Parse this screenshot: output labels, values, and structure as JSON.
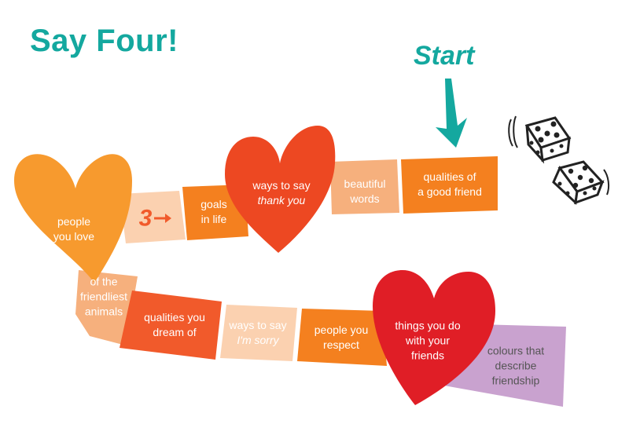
{
  "title": "Say Four!",
  "start_label": "Start",
  "colors": {
    "title": "#14a89f",
    "heart_orange": "#f79a2e",
    "heart_red": "#ed4822",
    "heart_crimson": "#e01e26",
    "square_orange": "#f4801f",
    "square_peach": "#f6b07d",
    "square_light": "#fbd1b0",
    "square_deep": "#f15a2b",
    "square_purple": "#c9a2cf"
  },
  "spaces": {
    "qualities_good_friend": {
      "line1": "qualities of",
      "line2": "a good friend"
    },
    "beautiful_words": {
      "line1": "beautiful",
      "line2": "words"
    },
    "ways_thank_you": {
      "line1": "ways to say",
      "line2": "thank you"
    },
    "goals_in_life": {
      "line1": "goals",
      "line2": "in life"
    },
    "go_back_three": {
      "number": "3"
    },
    "people_you_love": {
      "line1": "people",
      "line2": "you love"
    },
    "friendliest_animals": {
      "line1": "of the",
      "line2": "friendliest",
      "line3": "animals"
    },
    "qualities_dream": {
      "line1": "qualities you",
      "line2": "dream of"
    },
    "ways_sorry": {
      "line1": "ways to say",
      "line2": "I'm sorry"
    },
    "people_respect": {
      "line1": "people you",
      "line2": "respect"
    },
    "things_with_friends": {
      "line1": "things you do",
      "line2": "with your",
      "line3": "friends"
    },
    "colours_friendship": {
      "line1": "colours that",
      "line2": "describe",
      "line3": "friendship"
    }
  },
  "dice": [
    {
      "name": "die-top",
      "top_face": 5
    },
    {
      "name": "die-bottom",
      "top_face": 5
    }
  ]
}
